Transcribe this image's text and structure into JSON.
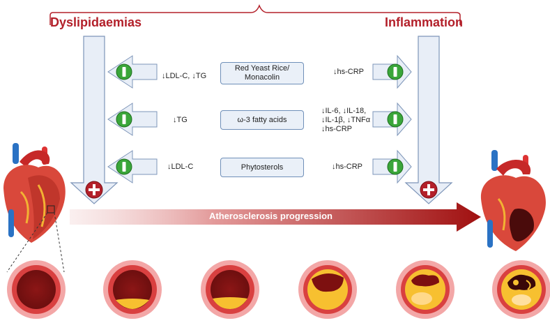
{
  "header": {
    "left": "Dyslipidaemias",
    "right": "Inflammation"
  },
  "rows": [
    {
      "lipid_effect": "↓LDL-C, ↓TG",
      "compound": "Red Yeast Rice/\nMonacolin",
      "inflammation_effect": "↓hs-CRP"
    },
    {
      "lipid_effect": "↓TG",
      "compound": "ω-3 fatty acids",
      "inflammation_effect": "↓IL-6,  ↓IL-18,\n↓IL-1β, ↓TNFα\n↓hs-CRP"
    },
    {
      "lipid_effect": "↓LDL-C",
      "compound": "Phytosterols",
      "inflammation_effect": "↓hs-CRP"
    }
  ],
  "progression_label": "Atherosclerosis progression",
  "icons": {
    "inhibit": "minus-circle-icon",
    "promote": "plus-circle-icon"
  },
  "colors": {
    "accent_red": "#b3202a",
    "inhibit_green": "#3aa63a",
    "arrow_fill": "#e8eef7",
    "arrow_stroke": "#7d95b8"
  },
  "artery_stages": [
    {
      "plaque_level": 0
    },
    {
      "plaque_level": 1
    },
    {
      "plaque_level": 1
    },
    {
      "plaque_level": 2
    },
    {
      "plaque_level": 3
    },
    {
      "plaque_level": 4
    }
  ]
}
